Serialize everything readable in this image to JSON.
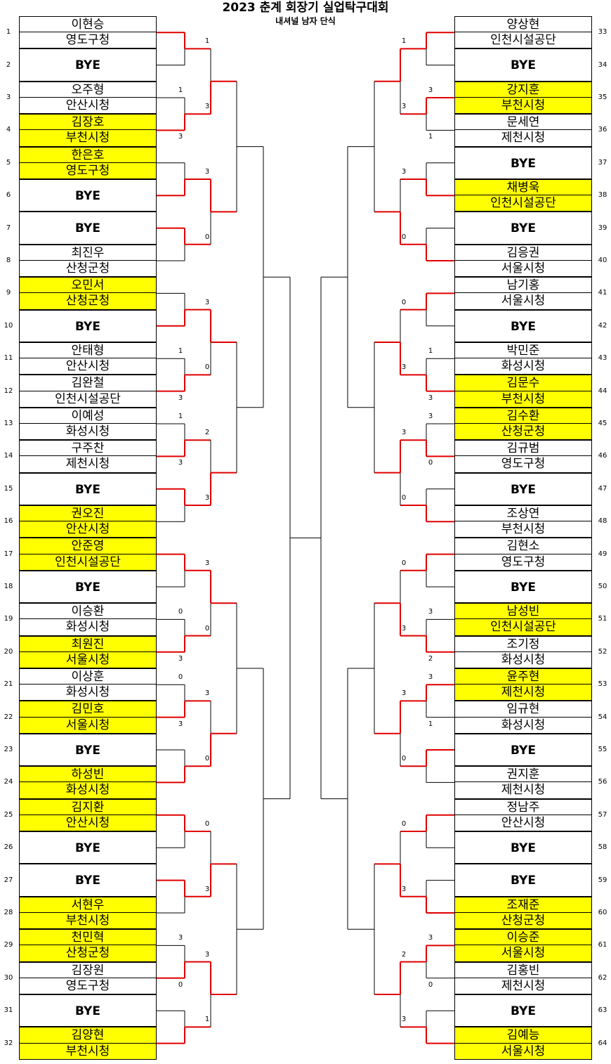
{
  "title": "2023 춘계 회장기 실업탁구대회",
  "subtitle": "내셔널 남자 단식",
  "colors": {
    "highlight": "#ffff00",
    "winner_line": "#e00000",
    "line": "#000000"
  },
  "left_entries": [
    {
      "seed": "1",
      "name": "이현승",
      "team": "영도구청",
      "hl": false
    },
    {
      "seed": "2",
      "bye": "BYE"
    },
    {
      "seed": "3",
      "name": "오주형",
      "team": "안산시청",
      "hl": false
    },
    {
      "seed": "4",
      "name": "김장호",
      "team": "부천시청",
      "hl": true
    },
    {
      "seed": "5",
      "name": "한은호",
      "team": "영도구청",
      "hl": true
    },
    {
      "seed": "6",
      "bye": "BYE"
    },
    {
      "seed": "7",
      "bye": "BYE"
    },
    {
      "seed": "8",
      "name": "최진우",
      "team": "산청군청",
      "hl": false
    },
    {
      "seed": "9",
      "name": "오민서",
      "team": "산청군청",
      "hl": true
    },
    {
      "seed": "10",
      "bye": "BYE"
    },
    {
      "seed": "11",
      "name": "안태형",
      "team": "안산시청",
      "hl": false
    },
    {
      "seed": "12",
      "name": "김완철",
      "team": "인천시설공단",
      "hl": false
    },
    {
      "seed": "13",
      "name": "이예성",
      "team": "화성시청",
      "hl": false
    },
    {
      "seed": "14",
      "name": "구주찬",
      "team": "제천시청",
      "hl": false
    },
    {
      "seed": "15",
      "bye": "BYE"
    },
    {
      "seed": "16",
      "name": "권오진",
      "team": "안산시청",
      "hl": true
    },
    {
      "seed": "17",
      "name": "안준영",
      "team": "인천시설공단",
      "hl": true
    },
    {
      "seed": "18",
      "bye": "BYE"
    },
    {
      "seed": "19",
      "name": "이승환",
      "team": "화성시청",
      "hl": false
    },
    {
      "seed": "20",
      "name": "최원진",
      "team": "서울시청",
      "hl": true
    },
    {
      "seed": "21",
      "name": "이상훈",
      "team": "화성시청",
      "hl": false
    },
    {
      "seed": "22",
      "name": "김민호",
      "team": "서울시청",
      "hl": true
    },
    {
      "seed": "23",
      "bye": "BYE"
    },
    {
      "seed": "24",
      "name": "하성빈",
      "team": "화성시청",
      "hl": true
    },
    {
      "seed": "25",
      "name": "김지환",
      "team": "안산시청",
      "hl": true
    },
    {
      "seed": "26",
      "bye": "BYE"
    },
    {
      "seed": "27",
      "bye": "BYE"
    },
    {
      "seed": "28",
      "name": "서현우",
      "team": "부천시청",
      "hl": true
    },
    {
      "seed": "29",
      "name": "천민혁",
      "team": "산청군청",
      "hl": true
    },
    {
      "seed": "30",
      "name": "김장원",
      "team": "영도구청",
      "hl": false
    },
    {
      "seed": "31",
      "bye": "BYE"
    },
    {
      "seed": "32",
      "name": "김양현",
      "team": "부천시청",
      "hl": true
    }
  ],
  "right_entries": [
    {
      "seed": "33",
      "name": "양상현",
      "team": "인천시설공단",
      "hl": false
    },
    {
      "seed": "34",
      "bye": "BYE"
    },
    {
      "seed": "35",
      "name": "강지훈",
      "team": "부천시청",
      "hl": true
    },
    {
      "seed": "36",
      "name": "문세연",
      "team": "제천시청",
      "hl": false
    },
    {
      "seed": "37",
      "bye": "BYE"
    },
    {
      "seed": "38",
      "name": "채병욱",
      "team": "인천시설공단",
      "hl": true
    },
    {
      "seed": "39",
      "bye": "BYE"
    },
    {
      "seed": "40",
      "name": "김응권",
      "team": "서울시청",
      "hl": false
    },
    {
      "seed": "41",
      "name": "남기홍",
      "team": "서울시청",
      "hl": false
    },
    {
      "seed": "42",
      "bye": "BYE"
    },
    {
      "seed": "43",
      "name": "박민준",
      "team": "화성시청",
      "hl": false
    },
    {
      "seed": "44",
      "name": "김문수",
      "team": "부천시청",
      "hl": true
    },
    {
      "seed": "45",
      "name": "김수환",
      "team": "산청군청",
      "hl": true
    },
    {
      "seed": "46",
      "name": "김규범",
      "team": "영도구청",
      "hl": false
    },
    {
      "seed": "47",
      "bye": "BYE"
    },
    {
      "seed": "48",
      "name": "조상연",
      "team": "부천시청",
      "hl": false
    },
    {
      "seed": "49",
      "name": "김현소",
      "team": "영도구청",
      "hl": false
    },
    {
      "seed": "50",
      "bye": "BYE"
    },
    {
      "seed": "51",
      "name": "남성빈",
      "team": "인천시설공단",
      "hl": true
    },
    {
      "seed": "52",
      "name": "조기정",
      "team": "화성시청",
      "hl": false
    },
    {
      "seed": "53",
      "name": "윤주현",
      "team": "제천시청",
      "hl": true
    },
    {
      "seed": "54",
      "name": "임규현",
      "team": "화성시청",
      "hl": false
    },
    {
      "seed": "55",
      "bye": "BYE"
    },
    {
      "seed": "56",
      "name": "권지훈",
      "team": "제천시청",
      "hl": false
    },
    {
      "seed": "57",
      "name": "정남주",
      "team": "안산시청",
      "hl": false
    },
    {
      "seed": "58",
      "bye": "BYE"
    },
    {
      "seed": "59",
      "bye": "BYE"
    },
    {
      "seed": "60",
      "name": "조재준",
      "team": "산청군청",
      "hl": true
    },
    {
      "seed": "61",
      "name": "이승준",
      "team": "서울시청",
      "hl": true
    },
    {
      "seed": "62",
      "name": "김홍빈",
      "team": "제천시청",
      "hl": false
    },
    {
      "seed": "63",
      "bye": "BYE"
    },
    {
      "seed": "64",
      "name": "김예능",
      "team": "서울시청",
      "hl": true
    }
  ],
  "left_r1_winners": [
    "top",
    "bottom",
    "bottom",
    "top",
    "bottom",
    "bottom",
    "bottom",
    "top",
    "top",
    "bottom",
    "bottom",
    "bottom",
    "top",
    "top",
    "bottom",
    "bottom"
  ],
  "right_r1_winners": [
    "top",
    "top",
    "bottom",
    "bottom",
    "top",
    "bottom",
    "bottom",
    "bottom",
    "top",
    "bottom",
    "top",
    "top",
    "top",
    "bottom",
    "top",
    "bottom"
  ],
  "left_r2_winners": [
    "bottom",
    "top",
    "top",
    "bottom",
    "top",
    "bottom",
    "bottom",
    "top"
  ],
  "right_r2_winners": [
    "top",
    "bottom",
    "bottom",
    "top",
    "bottom",
    "top",
    "bottom",
    "top"
  ],
  "scores": [
    {
      "side": "L",
      "r": 2,
      "m": 0,
      "s": "1"
    },
    {
      "side": "L",
      "r": 1,
      "m": 1,
      "top": "1",
      "bot": "3"
    },
    {
      "side": "L",
      "r": 2,
      "m": 1,
      "s": "3"
    },
    {
      "side": "L",
      "r": 2,
      "m": 2,
      "s": "3"
    },
    {
      "side": "L",
      "r": 2,
      "m": 3,
      "s": "0"
    },
    {
      "side": "L",
      "r": 2,
      "m": 4,
      "s": "3"
    },
    {
      "side": "L",
      "r": 1,
      "m": 5,
      "top": "1",
      "bot": "3"
    },
    {
      "side": "L",
      "r": 2,
      "m": 5,
      "s": "0"
    },
    {
      "side": "L",
      "r": 1,
      "m": 6,
      "top": "1",
      "bot": "3"
    },
    {
      "side": "L",
      "r": 2,
      "m": 6,
      "s": "2"
    },
    {
      "side": "L",
      "r": 2,
      "m": 7,
      "s": "3"
    },
    {
      "side": "L",
      "r": 2,
      "m": 8,
      "s": "3"
    },
    {
      "side": "L",
      "r": 1,
      "m": 9,
      "top": "0",
      "bot": "3"
    },
    {
      "side": "L",
      "r": 2,
      "m": 9,
      "s": "0"
    },
    {
      "side": "L",
      "r": 1,
      "m": 10,
      "top": "0",
      "bot": "3"
    },
    {
      "side": "L",
      "r": 2,
      "m": 10,
      "s": "3"
    },
    {
      "side": "L",
      "r": 2,
      "m": 11,
      "s": "0"
    },
    {
      "side": "L",
      "r": 2,
      "m": 12,
      "s": "0"
    },
    {
      "side": "L",
      "r": 2,
      "m": 13,
      "s": "3"
    },
    {
      "side": "L",
      "r": 1,
      "m": 14,
      "top": "3",
      "bot": "0"
    },
    {
      "side": "L",
      "r": 2,
      "m": 14,
      "s": "3"
    },
    {
      "side": "L",
      "r": 2,
      "m": 15,
      "s": "1"
    },
    {
      "side": "R",
      "r": 2,
      "m": 0,
      "s": "1"
    },
    {
      "side": "R",
      "r": 1,
      "m": 1,
      "top": "3",
      "bot": "1"
    },
    {
      "side": "R",
      "r": 2,
      "m": 1,
      "s": "3"
    },
    {
      "side": "R",
      "r": 2,
      "m": 2,
      "s": "3"
    },
    {
      "side": "R",
      "r": 2,
      "m": 3,
      "s": "0"
    },
    {
      "side": "R",
      "r": 2,
      "m": 4,
      "s": "0"
    },
    {
      "side": "R",
      "r": 1,
      "m": 5,
      "top": "1",
      "bot": "3"
    },
    {
      "side": "R",
      "r": 2,
      "m": 5,
      "s": "3"
    },
    {
      "side": "R",
      "r": 1,
      "m": 6,
      "top": "3",
      "bot": "0"
    },
    {
      "side": "R",
      "r": 2,
      "m": 6,
      "s": "3"
    },
    {
      "side": "R",
      "r": 2,
      "m": 7,
      "s": "0"
    },
    {
      "side": "R",
      "r": 2,
      "m": 8,
      "s": "0"
    },
    {
      "side": "R",
      "r": 1,
      "m": 9,
      "top": "3",
      "bot": "2"
    },
    {
      "side": "R",
      "r": 2,
      "m": 9,
      "s": "3"
    },
    {
      "side": "R",
      "r": 1,
      "m": 10,
      "top": "3",
      "bot": "1"
    },
    {
      "side": "R",
      "r": 2,
      "m": 10,
      "s": "3"
    },
    {
      "side": "R",
      "r": 2,
      "m": 11,
      "s": "0"
    },
    {
      "side": "R",
      "r": 2,
      "m": 12,
      "s": "0"
    },
    {
      "side": "R",
      "r": 2,
      "m": 13,
      "s": "3"
    },
    {
      "side": "R",
      "r": 1,
      "m": 14,
      "top": "3",
      "bot": "0"
    },
    {
      "side": "R",
      "r": 2,
      "m": 14,
      "s": "2"
    },
    {
      "side": "R",
      "r": 2,
      "m": 15,
      "s": "3"
    }
  ]
}
